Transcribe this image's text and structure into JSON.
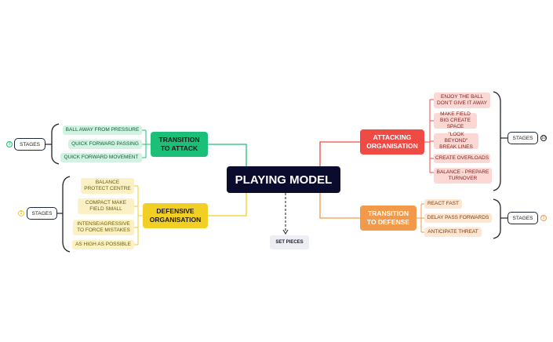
{
  "central": {
    "label": "PLAYING MODEL"
  },
  "colors": {
    "central": "#0b0b2e",
    "attacking": "#f04a45",
    "transition_defense": "#f39a4a",
    "transition_attack": "#1cbf77",
    "defensive": "#f2cf24",
    "set_pieces": "#eceef3"
  },
  "attacking": {
    "label": "ATTACKING ORGANISATION",
    "items": [
      "ENJOY THE BALL DON'T GIVE IT AWAY",
      "MAKE FIELD BIG CREATE SPACE",
      "\"LOOK BEYOND\" BREAK LINES",
      "CREATE OVERLOADS",
      "BALANCE - PREPARE TURNOVER"
    ],
    "stages_label": "STAGES",
    "badge": "10"
  },
  "transition_defense": {
    "label": "TRANSITION TO DEFENSE",
    "items": [
      "REACT FAST",
      "DELAY PASS FORWARDS",
      "ANTICIPATE THREAT"
    ],
    "stages_label": "STAGES",
    "badge": "2"
  },
  "transition_attack": {
    "label": "TRANSITION TO ATTACK",
    "items": [
      "BALL AWAY FROM PRESSURE",
      "QUICK FORWARD PASSING",
      "QUICK FORWARD MOVEMENT"
    ],
    "stages_label": "STAGES",
    "badge": "3"
  },
  "defensive": {
    "label": "DEFENSIVE ORGANISATION",
    "items": [
      "BALANCE PROTECT CENTRE",
      "COMPACT MAKE FIELD SMALL",
      "INTENSE/AGRESSIVE TO FORCE MISTAKES",
      "AS HIGH AS POSSIBLE"
    ],
    "stages_label": "STAGES",
    "badge": "2"
  },
  "set_pieces": {
    "label": "SET PIECES"
  }
}
